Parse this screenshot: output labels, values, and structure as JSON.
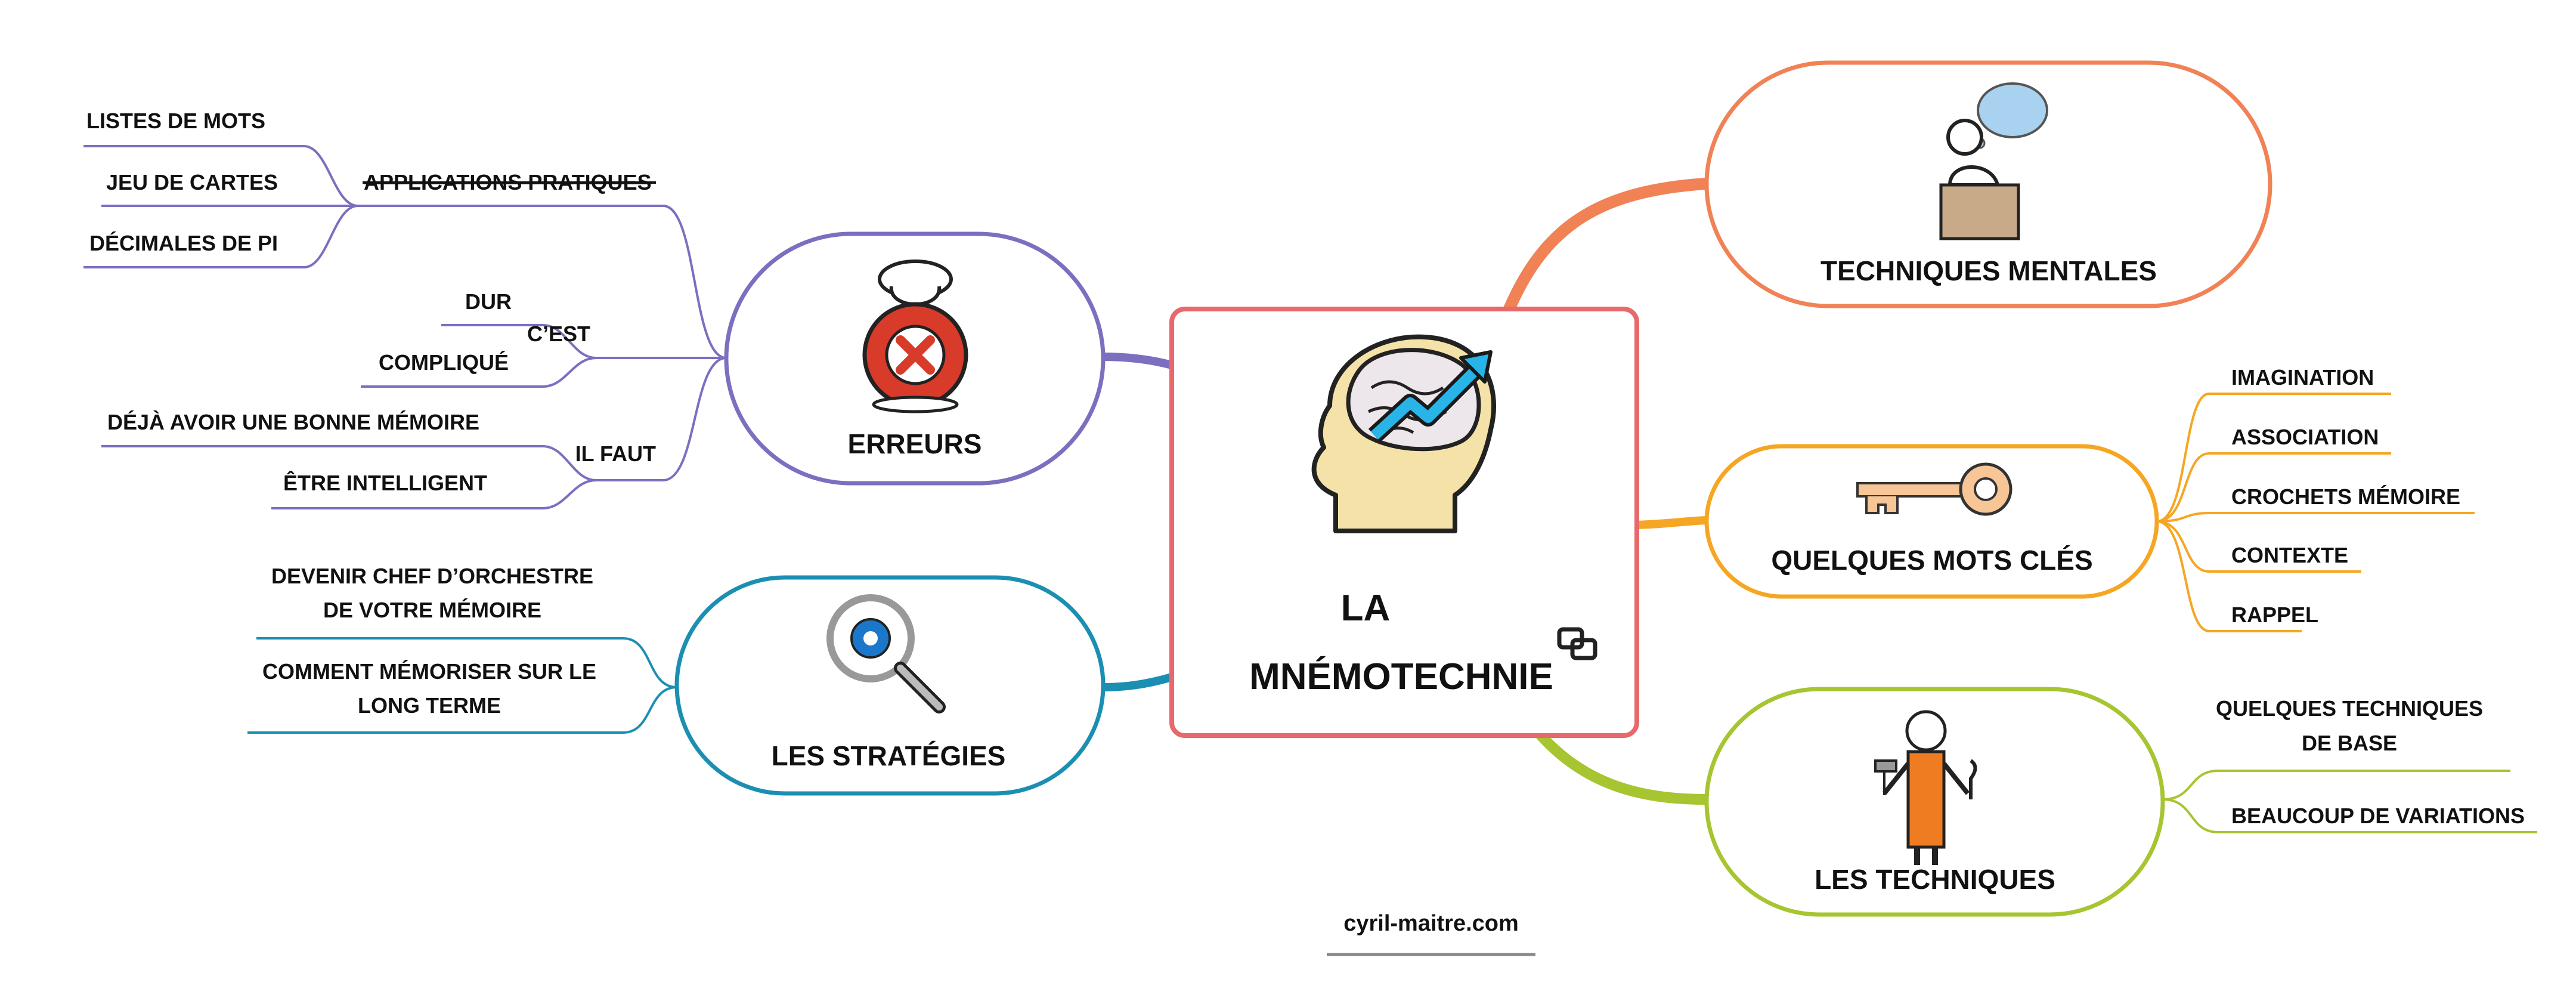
{
  "central": {
    "title_line1": "LA",
    "title_line2": "MNÉMOTECHNIE",
    "icon": "brain-head-growth-icon",
    "link_icon": "link-icon",
    "color": "#e8696c"
  },
  "branches": {
    "techniques_mentales": {
      "label": "TECHNIQUES MENTALES",
      "icon": "thinking-person-icon",
      "color": "#f08255"
    },
    "mots_cles": {
      "label": "QUELQUES MOTS CLÉS",
      "icon": "key-icon",
      "color": "#f5a623",
      "children": [
        "IMAGINATION",
        "ASSOCIATION",
        "CROCHETS MÉMOIRE",
        "CONTEXTE",
        "RAPPEL"
      ]
    },
    "les_techniques": {
      "label": "LES TECHNIQUES",
      "icon": "mechanic-icon",
      "color": "#a6c530",
      "children": {
        "base_line1": "QUELQUES TECHNIQUES",
        "base_line2": "DE BASE",
        "variations": "BEAUCOUP DE VARIATIONS"
      }
    },
    "erreurs": {
      "label": "ERREURS",
      "icon": "error-cross-icon",
      "color": "#7b6fc0",
      "children": {
        "applications": {
          "label": "APPLICATIONS PRATIQUES",
          "items": [
            "LISTES DE MOTS",
            "JEU DE CARTES",
            "DÉCIMALES DE PI"
          ]
        },
        "cest": {
          "label": "C’EST",
          "items": [
            "DUR",
            "COMPLIQUÉ"
          ]
        },
        "il_faut": {
          "label": "IL FAUT",
          "items": [
            "DÉJÀ AVOIR UNE BONNE MÉMOIRE",
            "ÊTRE INTELLIGENT"
          ]
        }
      }
    },
    "strategies": {
      "label": "LES STRATÉGIES",
      "icon": "search-gear-icon",
      "color": "#1b8fb2",
      "children": {
        "chef_line1": "DEVENIR CHEF D’ORCHESTRE",
        "chef_line2": "DE VOTRE MÉMOIRE",
        "long_line1": "COMMENT MÉMORISER SUR LE",
        "long_line2": "LONG TERME"
      }
    }
  },
  "footer": {
    "credit": "cyril-maitre.com"
  }
}
